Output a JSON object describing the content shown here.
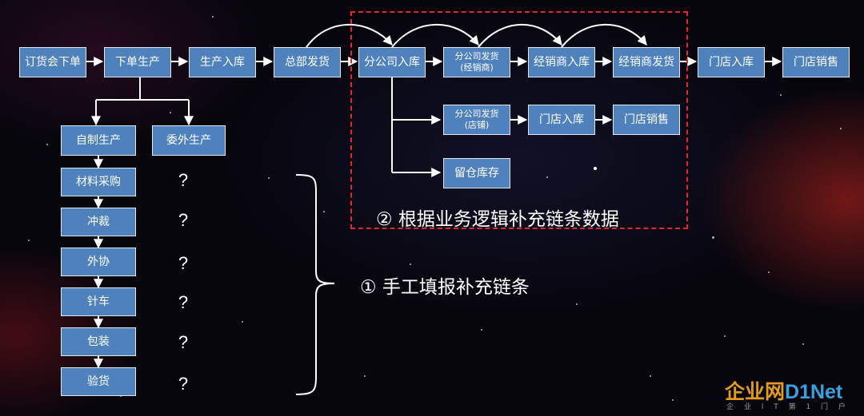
{
  "top_chain": [
    {
      "id": "dinghuohui",
      "label": "订货会下单"
    },
    {
      "id": "xiadan",
      "label": "下单生产"
    },
    {
      "id": "shengchan-ruku",
      "label": "生产入库"
    },
    {
      "id": "zongbu-fahuo",
      "label": "总部发货"
    },
    {
      "id": "fengongsi-ruku",
      "label": "分公司入库"
    },
    {
      "id": "fengongsi-fahuo-jxs",
      "label": "分公司发货\n(经销商)"
    },
    {
      "id": "jingxiaoshang-ruku",
      "label": "经销商入库"
    },
    {
      "id": "jingxiaoshang-fahuo",
      "label": "经销商发货"
    },
    {
      "id": "mendian-ruku",
      "label": "门店入库"
    },
    {
      "id": "mendian-xiaoshou",
      "label": "门店销售"
    }
  ],
  "store_chain": [
    {
      "id": "fengongsi-fahuo-dp",
      "label": "分公司发货\n(店铺)"
    },
    {
      "id": "mendian-ruku-2",
      "label": "门店入库"
    },
    {
      "id": "mendian-xiaoshou-2",
      "label": "门店销售"
    }
  ],
  "retain": {
    "label": "留仓库存"
  },
  "production_branches": {
    "self": "自制生产",
    "outsource": "委外生产"
  },
  "self_steps": [
    "材料采购",
    "冲裁",
    "外协",
    "针车",
    "包装",
    "验货"
  ],
  "question_mark": "?",
  "note_manual": "① 手工填报补充链条",
  "note_logic": "② 根据业务逻辑补充链条数据",
  "logo": {
    "main_cn": "企业网",
    "main_en": "D1Net",
    "sub": "企 业 I T 第 1 门 户"
  },
  "colors": {
    "box_fill": "#4f81bd",
    "box_border": "#dfe8f4",
    "dashed_border": "#e8252b",
    "line": "#ffffff"
  }
}
